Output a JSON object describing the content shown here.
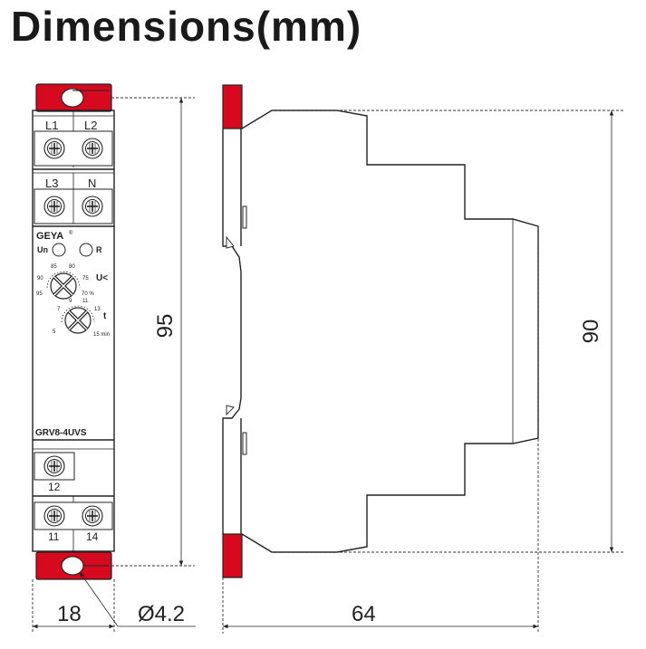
{
  "title": "Dimensions(mm)",
  "front_view": {
    "terminals_top": [
      "L1",
      "L2",
      "L3",
      "N"
    ],
    "brand": "GEYA",
    "indicator_labels": [
      "Un",
      "R"
    ],
    "voltage_dial": {
      "label": "U<",
      "ticks": [
        "85",
        "80",
        "90",
        "75",
        "95",
        "70 %"
      ]
    },
    "time_dial": {
      "label": "t",
      "ticks": [
        "9",
        "11",
        "7",
        "13",
        "5",
        "15 min"
      ]
    },
    "model": "GRV8-4UVS",
    "terminals_bottom": [
      "12",
      "11",
      "14"
    ]
  },
  "dimensions": {
    "width": "18",
    "height_front": "95",
    "hole": "Ø4.2",
    "depth": "64",
    "height_side": "90"
  },
  "colors": {
    "clip": "#d6091f",
    "line": "#222222"
  }
}
